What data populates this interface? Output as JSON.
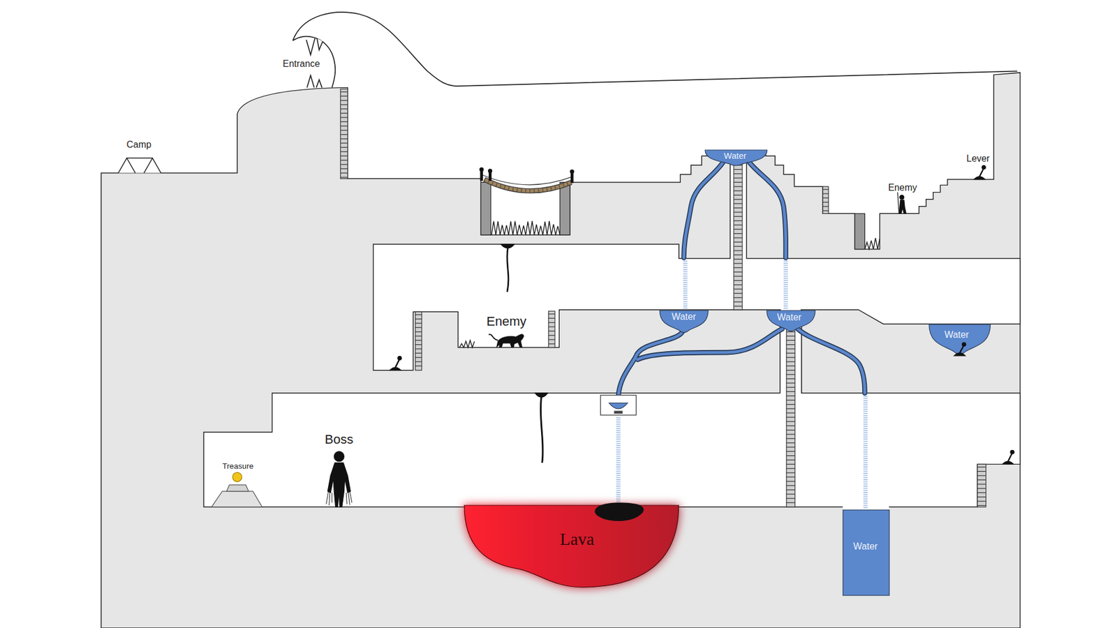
{
  "diagram": {
    "nodes": [
      {
        "text": [
          "Water"
        ]
      },
      {
        "text": [
          "Water"
        ]
      },
      {
        "text": [
          "Water"
        ]
      },
      {
        "text": [
          "Water"
        ]
      },
      {
        "text": [
          "Lava"
        ]
      },
      {
        "text": [
          "Water"
        ]
      }
    ],
    "labels": [
      "Entrance",
      "Camp",
      "Lever",
      "Enemy",
      "Enemy",
      "Boss",
      "Treasure"
    ]
  }
}
